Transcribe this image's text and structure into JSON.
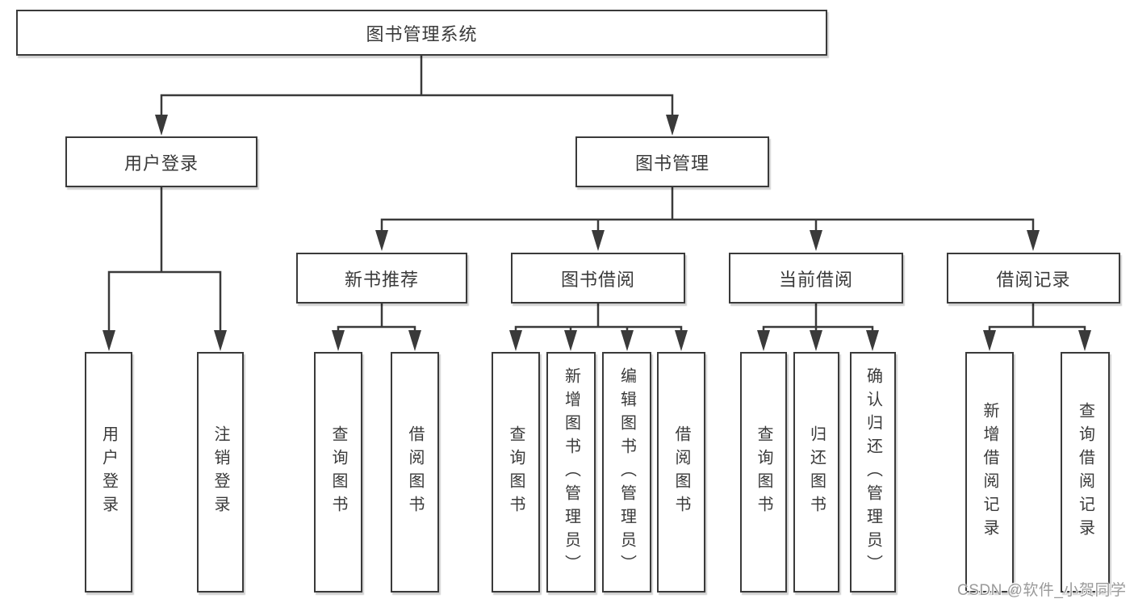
{
  "tree": {
    "root": {
      "label": "图书管理系统"
    },
    "user_login": {
      "label": "用户登录",
      "children": {
        "login": {
          "label": "用户登录"
        },
        "logout": {
          "label": "注销登录"
        }
      }
    },
    "book_management": {
      "label": "图书管理",
      "children": {
        "new_book_recommend": {
          "label": "新书推荐",
          "children": {
            "query_book": {
              "label": "查询图书"
            },
            "borrow_book": {
              "label": "借阅图书"
            }
          }
        },
        "book_borrow": {
          "label": "图书借阅",
          "children": {
            "query_book": {
              "label": "查询图书"
            },
            "add_book": {
              "label": "新增图书（管理员）"
            },
            "edit_book": {
              "label": "编辑图书（管理员）"
            },
            "borrow_book": {
              "label": "借阅图书"
            }
          }
        },
        "current_borrow": {
          "label": "当前借阅",
          "children": {
            "query_book": {
              "label": "查询图书"
            },
            "return_book": {
              "label": "归还图书"
            },
            "confirm_return": {
              "label": "确认归还（管理员）"
            }
          }
        },
        "borrow_record": {
          "label": "借阅记录",
          "children": {
            "add_record": {
              "label": "新增借阅记录"
            },
            "query_record": {
              "label": "查询借阅记录"
            }
          }
        }
      }
    }
  },
  "watermark": {
    "text": "CSDN @软件_小贺同学"
  },
  "colors": {
    "line": "#3a3a3a",
    "box_border": "#3a3a3a",
    "text": "#3a3a3a",
    "watermark": "#9a9a9a",
    "background": "#ffffff"
  }
}
